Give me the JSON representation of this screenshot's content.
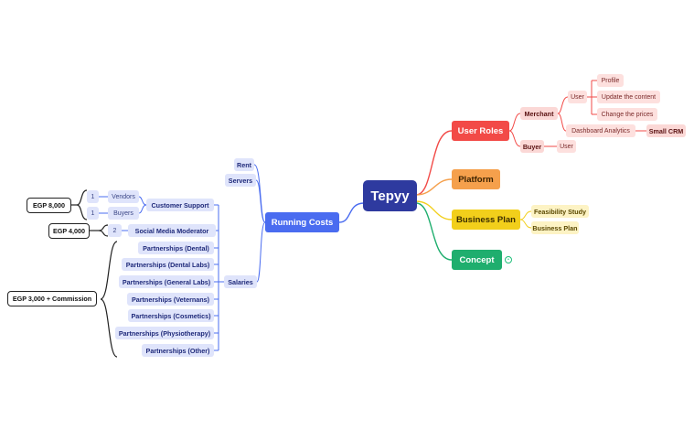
{
  "root": "Tepyy",
  "colors": {
    "root": "#2e3a9f",
    "running_costs": "#4a6cf0",
    "user_roles": "#f24a47",
    "platform": "#f5a04c",
    "business_plan": "#f2cf1b",
    "concept": "#1fae6e"
  },
  "branches": {
    "user_roles": {
      "label": "User Roles",
      "merchant": {
        "label": "Merchant",
        "user": {
          "label": "User",
          "items": [
            "Profile",
            "Update the content",
            "Change the prices"
          ]
        },
        "dashboard": "Dashboard Analytics",
        "small_crm": "Small CRM"
      },
      "buyer": {
        "label": "Buyer",
        "user": "User"
      }
    },
    "platform": {
      "label": "Platform"
    },
    "business_plan": {
      "label": "Business Plan",
      "items": [
        "Feasibility Study",
        "Business Plan"
      ]
    },
    "concept": {
      "label": "Concept",
      "badge_icon": "concept-marker-icon"
    },
    "running_costs": {
      "label": "Running Costs",
      "rent": "Rent",
      "servers": "Servers",
      "salaries": {
        "label": "Salaries",
        "customer_support": {
          "label": "Customer Support",
          "vendors": {
            "label": "Vendors",
            "count": "1"
          },
          "buyers": {
            "label": "Buyers",
            "count": "1"
          }
        },
        "social_media": {
          "label": "Social Media Moderator",
          "count": "2"
        },
        "partnerships": [
          "Partnerships (Dental)",
          "Partnerships (Dental Labs)",
          "Partnerships (General Labs)",
          "Partnerships (Veternans)",
          "Partnerships (Cosmetics)",
          "Partnerships (Physiotherapy)",
          "Partnerships (Other)"
        ]
      }
    }
  },
  "notes": {
    "customer_support": "EGP 8,000",
    "social_media": "EGP 4,000",
    "partnerships": "EGP 3,000 + Commission"
  }
}
